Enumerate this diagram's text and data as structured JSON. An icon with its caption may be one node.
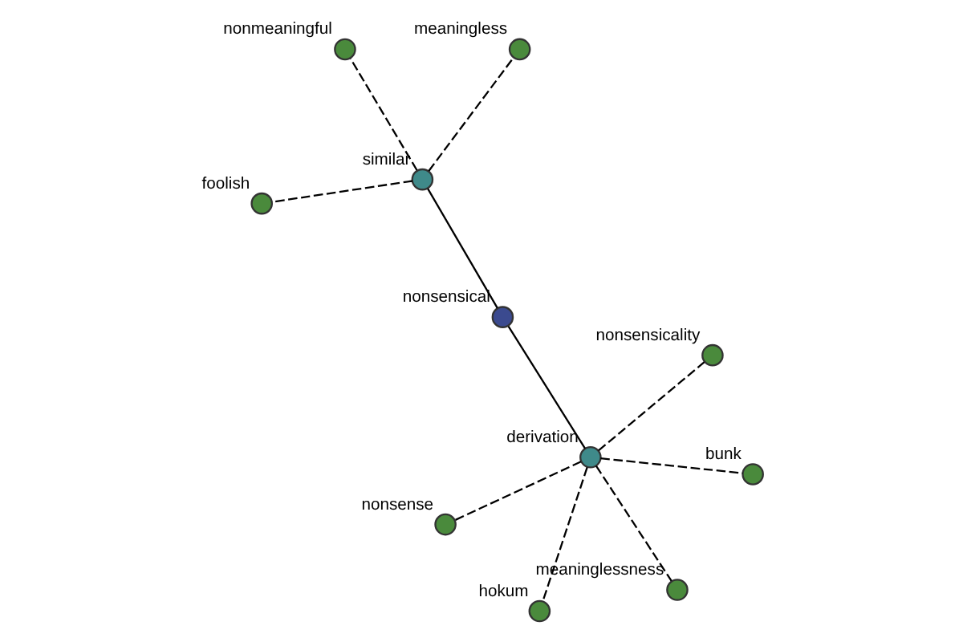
{
  "diagram": {
    "nodes": [
      {
        "text": [],
        "shape": "circle",
        "beside": [
          "nonmeaningful"
        ]
      },
      {
        "text": [],
        "shape": "circle",
        "beside": [
          "meaningless"
        ]
      },
      {
        "text": [],
        "shape": "circle",
        "beside": [
          "foolish"
        ]
      },
      {
        "text": [],
        "shape": "circle",
        "beside": [
          "similar"
        ]
      },
      {
        "text": [],
        "shape": "circle",
        "beside": [
          "nonsensical"
        ]
      },
      {
        "text": [],
        "shape": "circle",
        "beside": [
          "nonsense"
        ]
      },
      {
        "text": [],
        "shape": "circle",
        "beside": [
          "derivation"
        ]
      },
      {
        "text": [],
        "shape": "circle",
        "beside": [
          "bunk"
        ]
      },
      {
        "text": [],
        "shape": "circle",
        "beside": [
          "nonsensicality"
        ]
      },
      {
        "text": [],
        "shape": "circle",
        "beside": [
          "hokum"
        ]
      },
      {
        "text": [],
        "shape": "circle",
        "beside": [
          "meaninglessness"
        ]
      }
    ],
    "edges": [
      {
        "from": 4,
        "to": 3,
        "arrow": "none"
      },
      {
        "from": 4,
        "to": 6,
        "arrow": "none"
      },
      {
        "from": 3,
        "to": 0,
        "arrow": "none",
        "style": "dashed"
      },
      {
        "from": 3,
        "to": 1,
        "arrow": "none",
        "style": "dashed"
      },
      {
        "from": 3,
        "to": 2,
        "arrow": "none",
        "style": "dashed"
      },
      {
        "from": 6,
        "to": 5,
        "arrow": "none",
        "style": "dashed"
      },
      {
        "from": 6,
        "to": 7,
        "arrow": "none",
        "style": "dashed"
      },
      {
        "from": 6,
        "to": 8,
        "arrow": "none",
        "style": "dashed"
      },
      {
        "from": 6,
        "to": 9,
        "arrow": "none",
        "style": "dashed"
      },
      {
        "from": 6,
        "to": 10,
        "arrow": "none",
        "style": "dashed"
      }
    ]
  }
}
